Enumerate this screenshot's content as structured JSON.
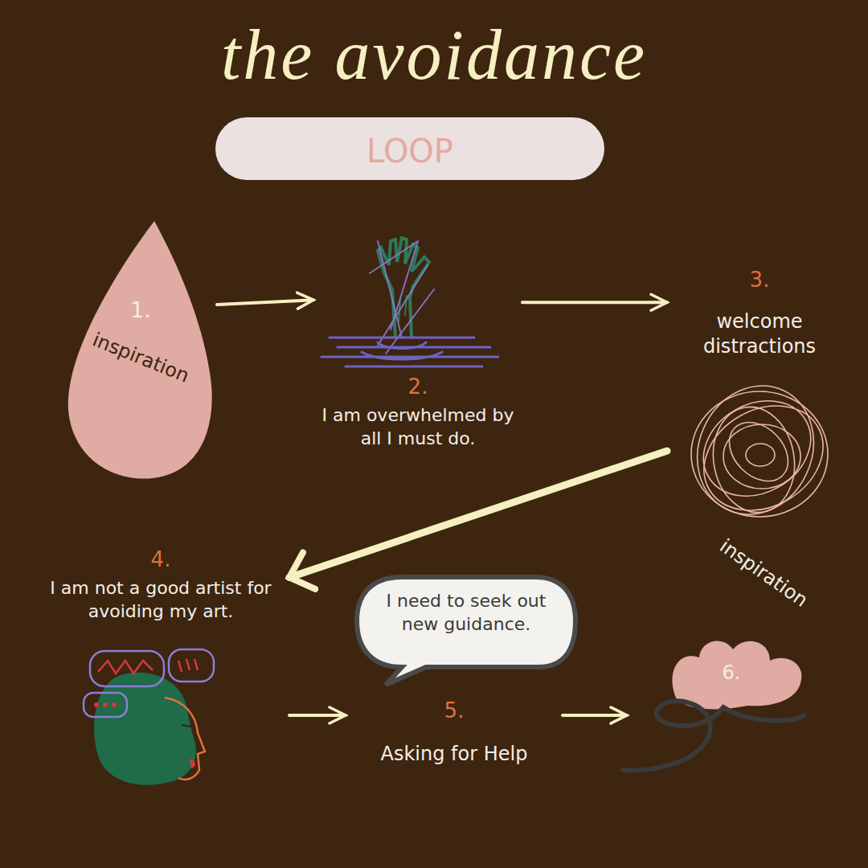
{
  "diagram": {
    "title": "the avoidance",
    "nodes": [
      {
        "text": [
          "LOOP"
        ]
      },
      {
        "text": [
          "1.",
          "inspiration"
        ]
      },
      {
        "text": [
          "2.",
          "I am overwhelmed by all I must do."
        ]
      },
      {
        "text": [
          "3.",
          "welcome distractions"
        ]
      },
      {
        "text": [
          "I need to seek out new guidance."
        ]
      },
      {
        "text": [
          "4.",
          "I am not a good artist for avoiding my art."
        ]
      },
      {
        "text": [
          "5.",
          "Asking for Help"
        ]
      },
      {
        "text": [
          "inspiration",
          "6."
        ]
      }
    ],
    "edges": [
      {
        "from": 1,
        "to": 2,
        "arrow": "to"
      },
      {
        "from": 2,
        "to": 3,
        "arrow": "to"
      },
      {
        "from": 3,
        "to": 5,
        "arrow": "to"
      },
      {
        "from": 5,
        "to": 6,
        "arrow": "to"
      },
      {
        "from": 6,
        "to": 7,
        "arrow": "to"
      }
    ]
  }
}
